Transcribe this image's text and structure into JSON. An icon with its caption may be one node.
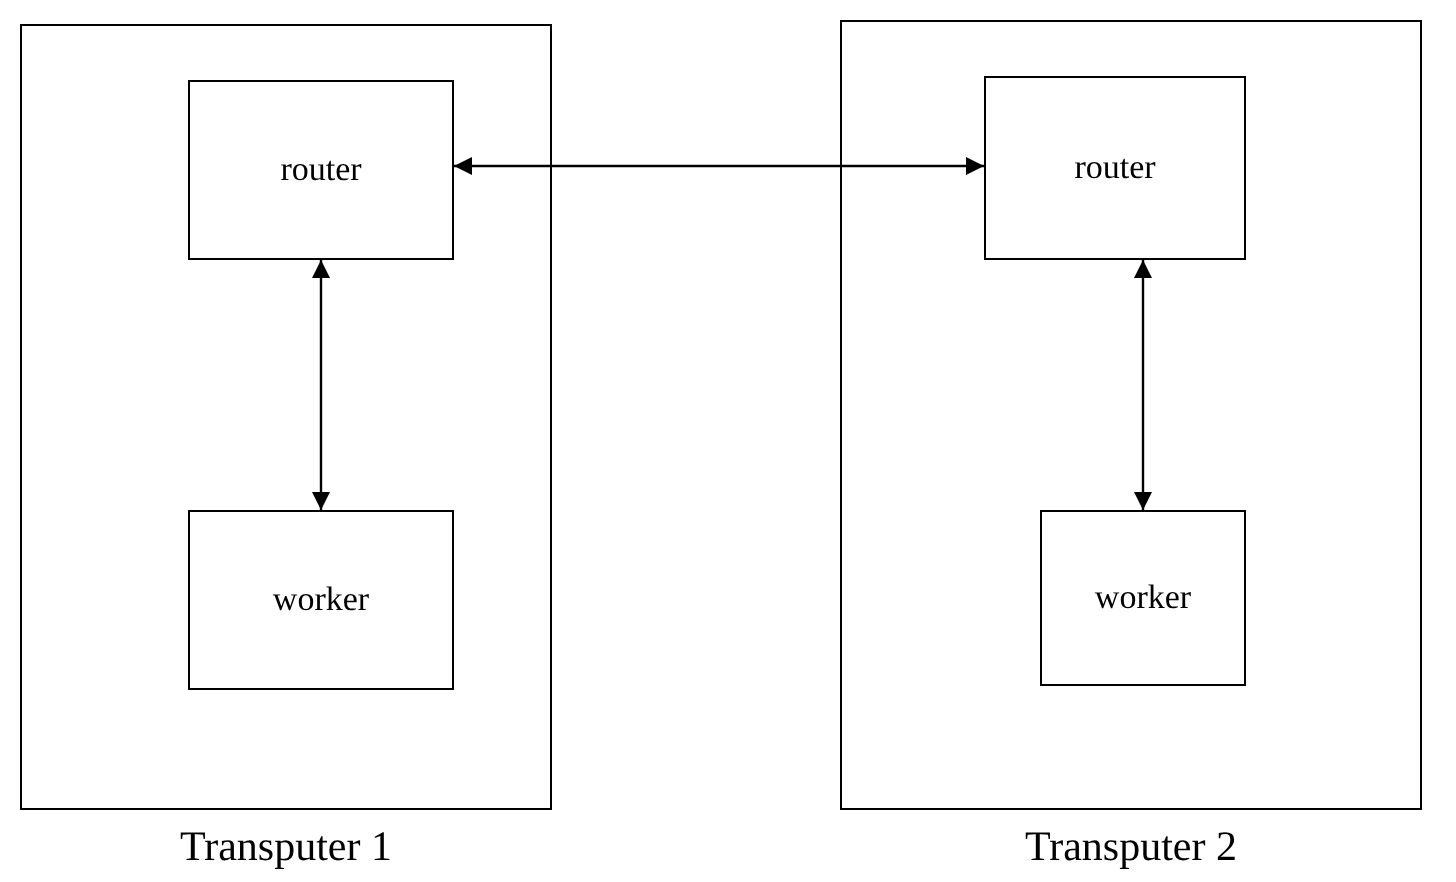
{
  "diagram": {
    "nodes": [
      {
        "text": [
          "Transputer 1"
        ]
      },
      {
        "text": [
          "router"
        ],
        "in": 0
      },
      {
        "text": [
          "worker"
        ],
        "in": 0
      },
      {
        "text": [
          "Transputer 2"
        ]
      },
      {
        "text": [
          "router"
        ],
        "in": 3
      },
      {
        "text": [
          "worker"
        ],
        "in": 3
      }
    ],
    "edges": [
      {
        "from": 1,
        "to": 4,
        "arrow": "both"
      },
      {
        "from": 1,
        "to": 2,
        "arrow": "both"
      },
      {
        "from": 4,
        "to": 5,
        "arrow": "both"
      }
    ]
  }
}
